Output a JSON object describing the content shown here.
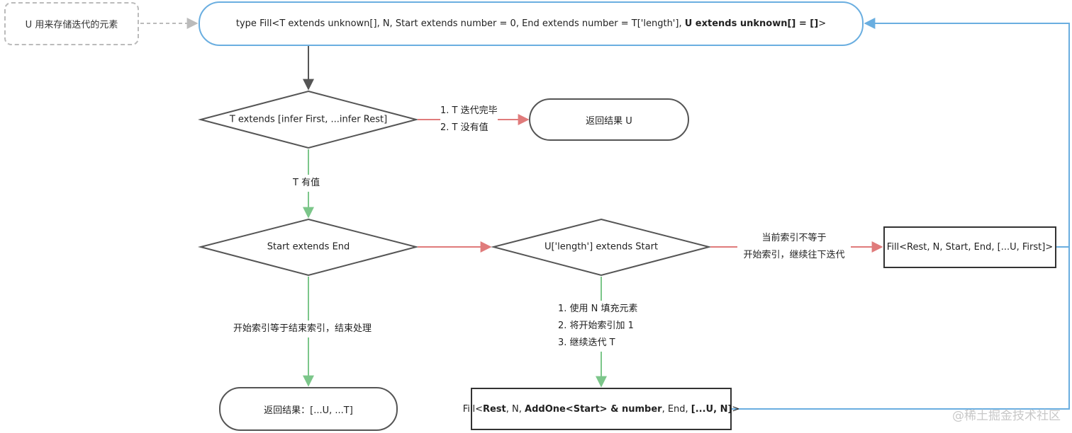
{
  "nodes": {
    "note": "U 用来存储迭代的元素",
    "type_def": {
      "plain": "type Fill<T extends unknown[], N, Start extends number = 0, End extends number = T['length'], ",
      "bold": "U extends unknown[] = []",
      "close": ">"
    },
    "decision_infer": "T extends [infer First, ...infer Rest]",
    "return_u": "返回结果 U",
    "decision_start_end": "Start extends End",
    "decision_length": "U['length'] extends Start",
    "fill_first": "Fill<Rest, N, Start, End, [...U, First]>",
    "return_final": "返回结果：[...U, ...T]",
    "fill_addone": {
      "p1": "Fill<",
      "b1": "Rest",
      "p2": ", N, ",
      "b2": "AddOne<Start> & number",
      "p3": ", End, ",
      "b3": "[...U, N]",
      "p4": ">"
    }
  },
  "edges": {
    "t_done": [
      "1. T 迭代完毕",
      "2. T 没有值"
    ],
    "t_has_value": "T 有值",
    "index_not_equal": [
      "当前索引不等于",
      "开始索引，继续往下迭代"
    ],
    "index_equal": "开始索引等于结束索引，结束处理",
    "fill_steps": [
      "1. 使用 N 填充元素",
      "2. 将开始索引加 1",
      "3. 继续迭代 T"
    ]
  },
  "colors": {
    "blue": "#6aaee0",
    "green": "#7cc68a",
    "red": "#e07b7b",
    "dark": "#555555",
    "gray": "#bbbbbb"
  },
  "watermark": "@稀土掘金技术社区"
}
